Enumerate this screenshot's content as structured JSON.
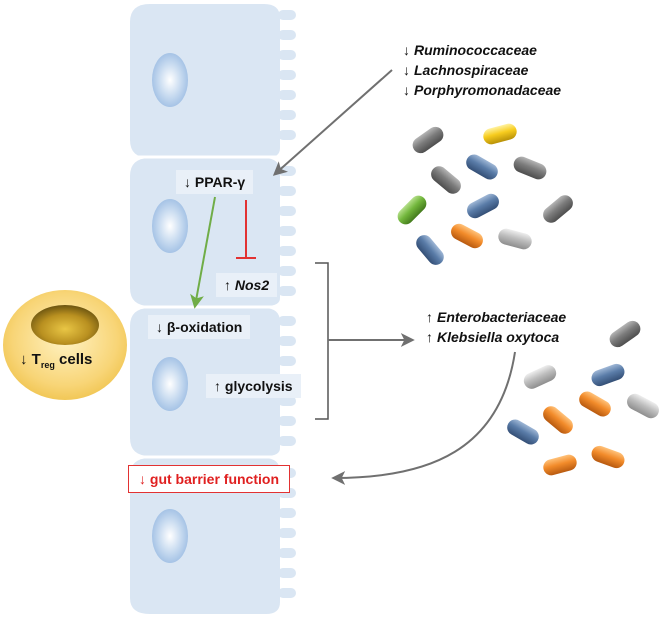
{
  "labels": {
    "ppar": "PPAR-γ",
    "nos2": "Nos2",
    "beta_oxidation": "β-oxidation",
    "glycolysis": "glycolysis",
    "gut_barrier": "gut barrier function",
    "treg_main": "T",
    "treg_sub": "reg",
    "treg_suffix": "cells",
    "down_arrow": "↓",
    "up_arrow": "↑"
  },
  "decreased_taxa": [
    "Ruminococcaceae",
    "Lachnospiraceae",
    "Porphyromonadaceae"
  ],
  "increased_taxa": [
    "Enterobacteriaceae",
    "Klebsiella oxytoca"
  ],
  "colors": {
    "cell": "#dae6f3",
    "nucleus": "#a9c5e6",
    "treg": "#f8d577",
    "treg_inner": "#8f7518",
    "arrow_gray": "#707070",
    "arrow_green": "#70ad47",
    "inhibit_red": "#e23232",
    "bacteria_top": [
      "gray",
      "yellow",
      "blue",
      "gray",
      "gray",
      "blue",
      "green",
      "blue",
      "gray",
      "orange",
      "blue",
      "lightgray"
    ],
    "bacteria_bottom": [
      "gray",
      "lightgray",
      "blue",
      "orange",
      "lightgray",
      "orange",
      "blue",
      "orange",
      "orange",
      "orange"
    ]
  }
}
